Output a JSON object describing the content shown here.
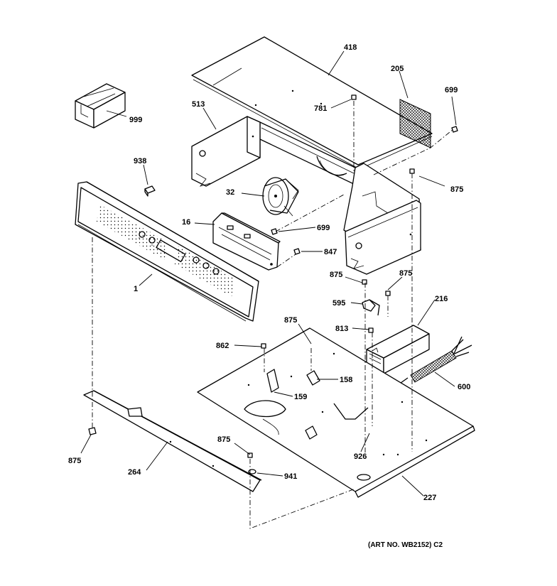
{
  "callouts": {
    "c418": "418",
    "c205": "205",
    "c699a": "699",
    "c781": "781",
    "c513": "513",
    "c999": "999",
    "c938": "938",
    "c875a": "875",
    "c32": "32",
    "c16": "16",
    "c699b": "699",
    "c847": "847",
    "c1": "1",
    "c875b": "875",
    "c875c": "875",
    "c595": "595",
    "c216": "216",
    "c875d": "875",
    "c813": "813",
    "c862": "862",
    "c158": "158",
    "c159": "159",
    "c600": "600",
    "c875e": "875",
    "c875f": "875",
    "c264": "264",
    "c941": "941",
    "c926": "926",
    "c227": "227"
  },
  "art_number": "(ART NO. WB2152) C2"
}
